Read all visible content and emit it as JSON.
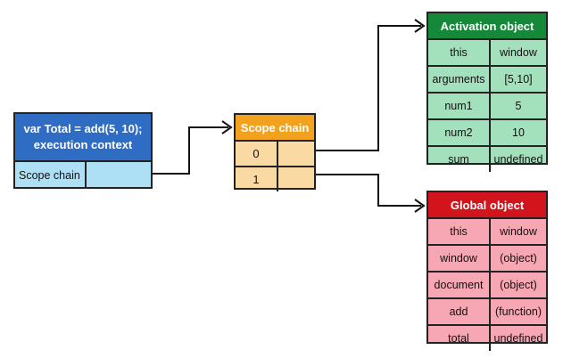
{
  "execution_context": {
    "title_line1": "var Total = add(5, 10);",
    "title_line2": "execution context",
    "row_label": "Scope chain",
    "header_color": "#2f6cc4",
    "body_color": "#aee0f5"
  },
  "scope_chain": {
    "title": "Scope chain",
    "rows": [
      {
        "index": "0"
      },
      {
        "index": "1"
      }
    ],
    "header_color": "#f3a21f",
    "body_color": "#fbd9a3"
  },
  "activation_object": {
    "title": "Activation object",
    "header_color": "#15883a",
    "body_color": "#a3e1bd",
    "rows": [
      {
        "key": "this",
        "value": "window"
      },
      {
        "key": "arguments",
        "value": "[5,10]"
      },
      {
        "key": "num1",
        "value": "5"
      },
      {
        "key": "num2",
        "value": "10"
      },
      {
        "key": "sum",
        "value": "undefined"
      }
    ]
  },
  "global_object": {
    "title": "Global object",
    "header_color": "#d2141d",
    "body_color": "#f7a7b3",
    "rows": [
      {
        "key": "this",
        "value": "window"
      },
      {
        "key": "window",
        "value": "(object)"
      },
      {
        "key": "document",
        "value": "(object)"
      },
      {
        "key": "add",
        "value": "(function)"
      },
      {
        "key": "total",
        "value": "undefined"
      }
    ]
  }
}
